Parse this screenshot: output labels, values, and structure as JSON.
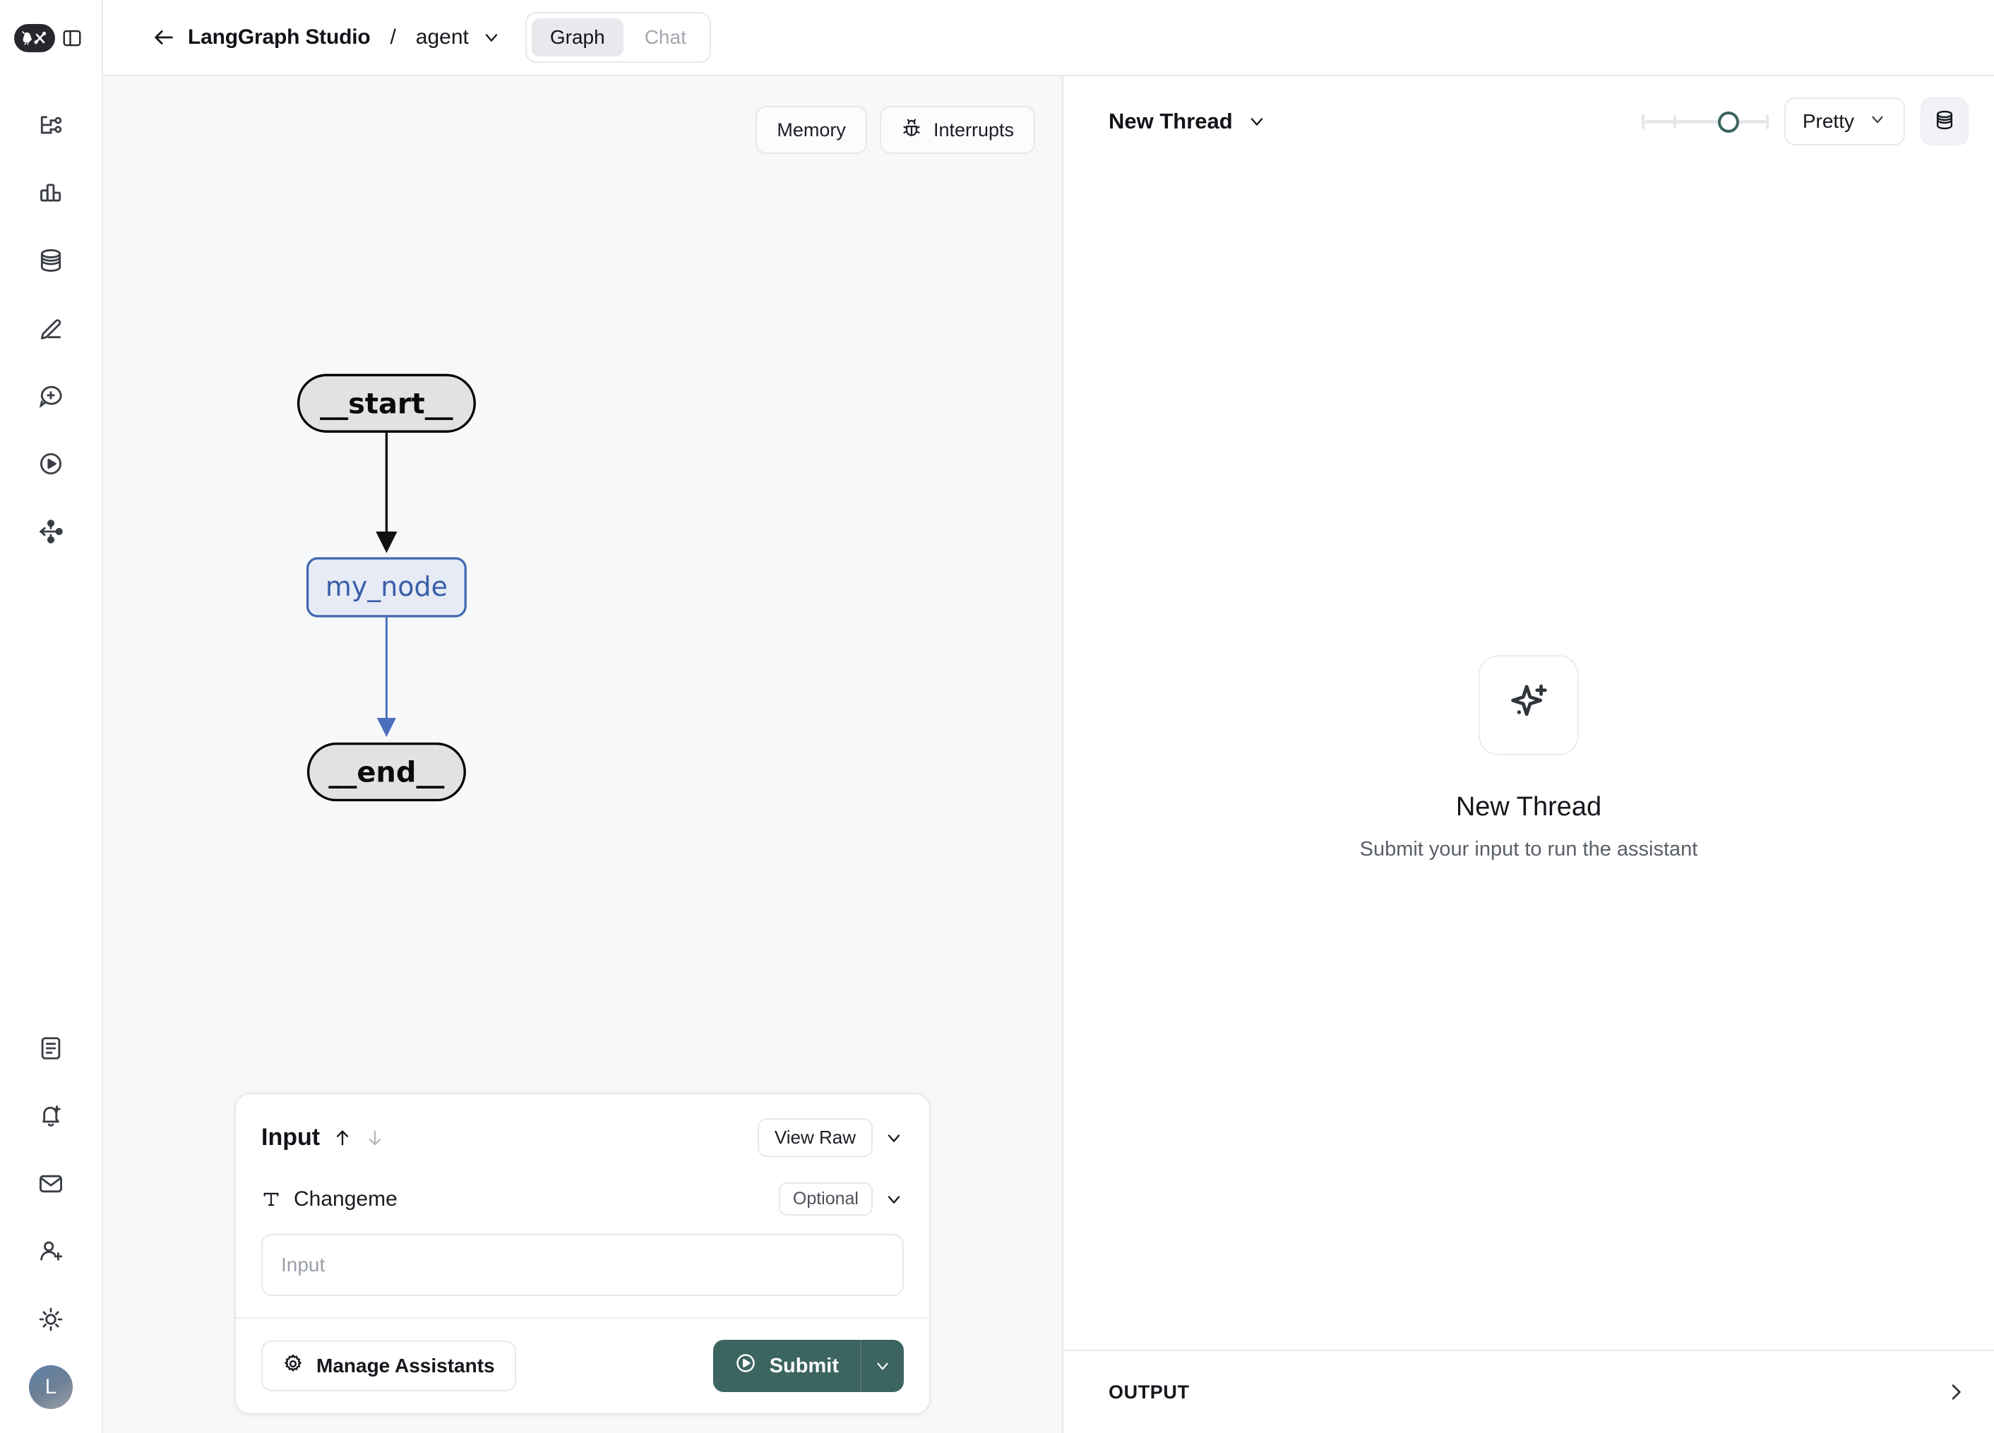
{
  "rail": {
    "logo_name": "langchain-logo",
    "toggle_panel_label": "toggle-sidebar",
    "top_items": [
      {
        "name": "graph-flow-icon",
        "label": "Graph"
      },
      {
        "name": "bar-chart-icon",
        "label": "Analytics"
      },
      {
        "name": "database-icon",
        "label": "Datasets"
      },
      {
        "name": "pencil-icon",
        "label": "Annotate"
      },
      {
        "name": "message-plus-icon",
        "label": "New message"
      },
      {
        "name": "play-circle-icon",
        "label": "Playground"
      },
      {
        "name": "network-nodes-icon",
        "label": "Deployments"
      }
    ],
    "bottom_items": [
      {
        "name": "document-icon",
        "label": "Docs"
      },
      {
        "name": "bell-plus-icon",
        "label": "Alerts"
      },
      {
        "name": "mail-icon",
        "label": "Inbox"
      },
      {
        "name": "user-plus-icon",
        "label": "Invite"
      },
      {
        "name": "sun-icon",
        "label": "Theme"
      }
    ],
    "avatar_initial": "L"
  },
  "topbar": {
    "back_label": "back-arrow",
    "app_title": "LangGraph Studio",
    "separator": "/",
    "assistant": "agent",
    "tabs": [
      {
        "label": "Graph",
        "active": true
      },
      {
        "label": "Chat",
        "active": false
      }
    ]
  },
  "graph": {
    "toolbar": [
      {
        "label": "Memory",
        "icon": null
      },
      {
        "label": "Interrupts",
        "icon": "bug-icon"
      }
    ],
    "nodes": [
      {
        "id": "start",
        "label": "__start__",
        "shape": "pill",
        "fill": "#e2e2e2",
        "stroke": "#000000",
        "text_color": "#0a0a0a"
      },
      {
        "id": "my_node",
        "label": "my_node",
        "shape": "rounded-rect",
        "fill": "#e6ebf5",
        "stroke": "#4068b0",
        "text_color": "#3a5ea8"
      },
      {
        "id": "end",
        "label": "__end__",
        "shape": "pill",
        "fill": "#e2e2e2",
        "stroke": "#000000",
        "text_color": "#0a0a0a"
      }
    ],
    "edges": [
      {
        "from": "start",
        "to": "my_node",
        "color": "#111111"
      },
      {
        "from": "my_node",
        "to": "end",
        "color": "#4b6fbd"
      }
    ]
  },
  "input_panel": {
    "title": "Input",
    "up_arrow": "arrow-up-icon",
    "down_arrow": "arrow-down-icon",
    "view_raw_label": "View Raw",
    "collapse_chevron": "chevron-down-icon",
    "field": {
      "type_icon": "text-type-icon",
      "name": "Changeme",
      "badge": "Optional",
      "badge_chevron": "chevron-down-icon",
      "value": "",
      "placeholder": "Input"
    },
    "manage_assistants_label": "Manage Assistants",
    "manage_assistants_icon": "gear-icon",
    "submit_label": "Submit",
    "submit_icon": "play-circle-icon",
    "submit_caret": "chevron-down-icon",
    "submit_color": "#3c6460"
  },
  "right_panel": {
    "thread_name": "New Thread",
    "thread_chevron": "chevron-down-icon",
    "slider_name": "history-slider",
    "format_select": "Pretty",
    "database_button": "database-icon",
    "empty_state": {
      "icon": "sparkles-icon",
      "title": "New Thread",
      "subtitle": "Submit your input to run the assistant"
    },
    "output_label": "OUTPUT",
    "output_chevron": "chevron-right-icon"
  },
  "colors": {
    "canvas_bg": "#f7f8fa",
    "panel_bg": "#ffffff",
    "border": "#e6e8ec",
    "accent_teal": "#3c6460",
    "node_blue": "#4068b0"
  }
}
